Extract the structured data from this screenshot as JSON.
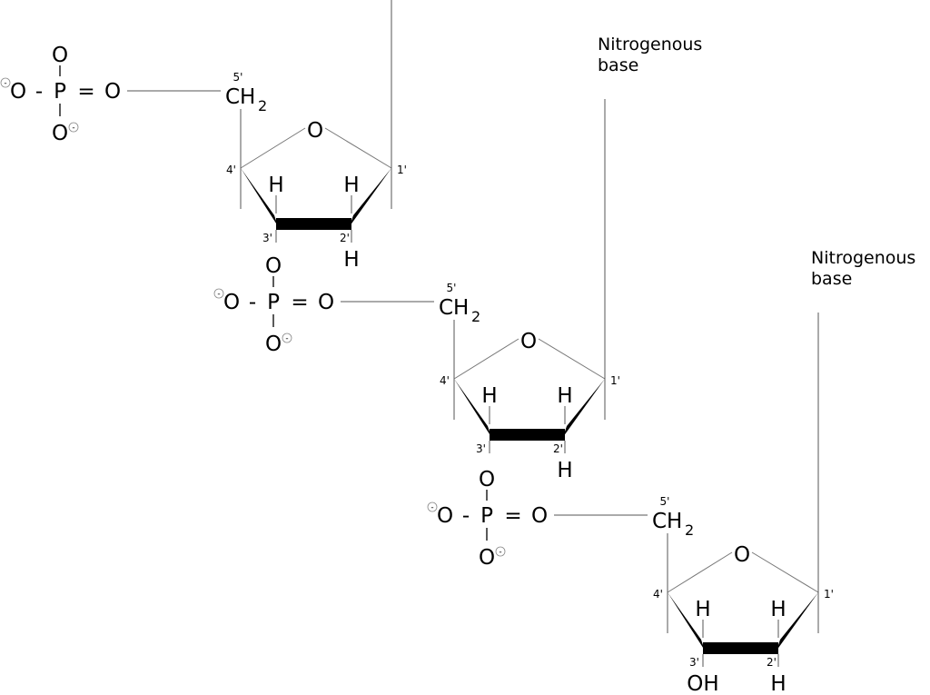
{
  "labels": {
    "base_line1": "Nitrogenous",
    "base_line2": "base",
    "O": "O",
    "P": "P",
    "dash": "-",
    "eq": "=",
    "H": "H",
    "OH": "OH",
    "CH": "CH",
    "sub2": "2",
    "minus": "-",
    "c1": "1'",
    "c2": "2'",
    "c3": "3'",
    "c4": "4'",
    "c5": "5'"
  },
  "nucleotides": [
    {
      "terminal_3prime": false
    },
    {
      "terminal_3prime": false
    },
    {
      "terminal_3prime": true
    }
  ]
}
